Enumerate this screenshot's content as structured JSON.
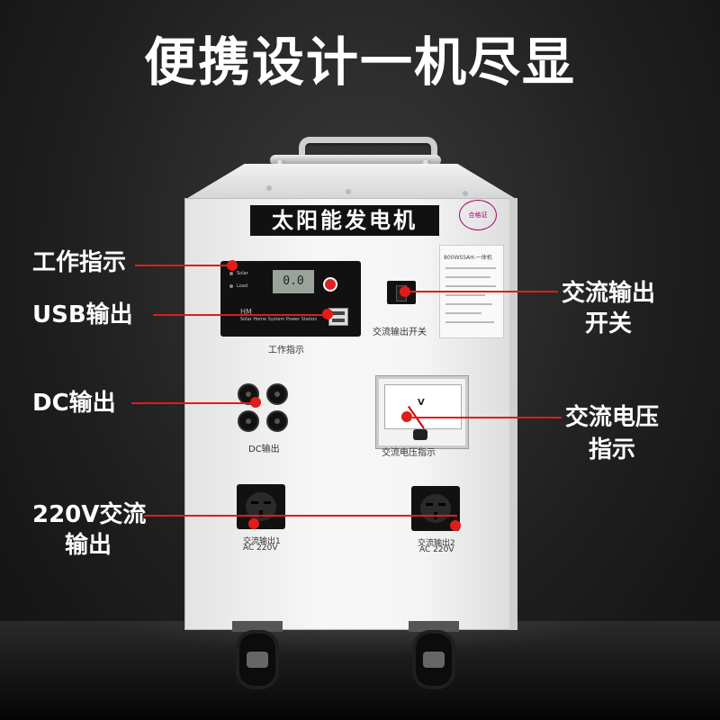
{
  "headline": "便携设计一机尽显",
  "product": {
    "title_plate": "太阳能发电机",
    "cert_badge": "合格证",
    "nameplate_title": "800WS5AH-一体机",
    "lcd_reading": "0.0",
    "controller_brand": "HM",
    "controller_subtitle": "Solar Home System Power Station",
    "controller_solar": "Solar",
    "controller_load": "Load",
    "label_indicator": "工作指示",
    "label_switch": "交流输出开关",
    "label_dc": "DC输出",
    "label_voltmeter": "交流电压指示",
    "voltmeter_unit": "V",
    "socket1_label": "交流输出1",
    "socket1_spec": "AC 220V",
    "socket2_label": "交流输出2",
    "socket2_spec": "AC 220V"
  },
  "callouts": {
    "work_indicator": "工作指示",
    "usb_output": "USB输出",
    "dc_output": "DC输出",
    "ac220_line1": "220V交流",
    "ac220_line2": "输出",
    "ac_switch_line1": "交流输出",
    "ac_switch_line2": "开关",
    "ac_voltage_line1": "交流电压",
    "ac_voltage_line2": "指示"
  },
  "colors": {
    "accent_red": "#e21b1b",
    "background": "#1e1e1e",
    "cabinet": "#f5f5f5"
  }
}
